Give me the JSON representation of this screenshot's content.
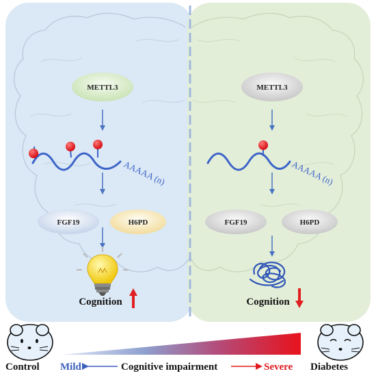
{
  "left_panel": {
    "enzyme": "METTL3",
    "polya": "AAAAA (n)",
    "protein_a": "FGF19",
    "protein_b": "H6PD",
    "outcome": "Cognition",
    "outcome_direction": "up"
  },
  "right_panel": {
    "enzyme": "METTL3",
    "polya": "AAAAA (n)",
    "protein_a": "FGF19",
    "protein_b": "H6PD",
    "outcome": "Cognition",
    "outcome_direction": "down"
  },
  "bottom": {
    "control_label": "Control",
    "diabetes_label": "Diabetes",
    "mild_label": "Mild",
    "impairment_label": "Cognitive impairment",
    "severe_label": "Severe"
  },
  "colors": {
    "left_bg": "#dbe8f5",
    "right_bg": "#e3eed8",
    "arrow_blue": "#4a73c2",
    "rna_blue": "#3c64c8",
    "m6a_red": "#e5151b",
    "up_arrow_red": "#e02020"
  },
  "icons": [
    "lightbulb-icon",
    "tangled-protein-icon",
    "control-mouse-icon",
    "diabetes-mouse-icon"
  ]
}
